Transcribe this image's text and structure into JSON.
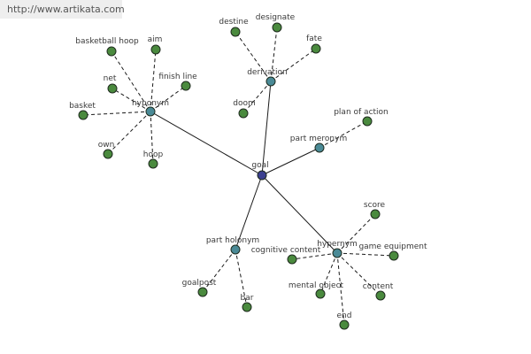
{
  "source_url": "http://www.artikata.com",
  "colors": {
    "background": "#ffffff",
    "banner": "#eeeeee",
    "center_node": "#3b3f8f",
    "relation_node": "#4a8a96",
    "leaf_node": "#4a8a3e",
    "node_stroke": "#1e2a1e",
    "edge": "#1a1a1a"
  },
  "graph": {
    "center": {
      "id": "goal",
      "label": "goal"
    },
    "relations": [
      {
        "id": "hyponym",
        "label": "hyponym"
      },
      {
        "id": "derivation",
        "label": "derivation"
      },
      {
        "id": "part-meronym",
        "label": "part meronym"
      },
      {
        "id": "part-holonym",
        "label": "part holonym"
      },
      {
        "id": "hypernym",
        "label": "hypernym"
      }
    ],
    "leaves": [
      {
        "id": "basketball-hoop",
        "label": "basketball hoop",
        "relation": "hyponym"
      },
      {
        "id": "aim",
        "label": "aim",
        "relation": "hyponym"
      },
      {
        "id": "net",
        "label": "net",
        "relation": "hyponym"
      },
      {
        "id": "finish-line",
        "label": "finish line",
        "relation": "hyponym"
      },
      {
        "id": "basket",
        "label": "basket",
        "relation": "hyponym"
      },
      {
        "id": "own",
        "label": "own",
        "relation": "hyponym"
      },
      {
        "id": "hoop",
        "label": "hoop",
        "relation": "hyponym"
      },
      {
        "id": "destine",
        "label": "destine",
        "relation": "derivation"
      },
      {
        "id": "designate",
        "label": "designate",
        "relation": "derivation"
      },
      {
        "id": "fate",
        "label": "fate",
        "relation": "derivation"
      },
      {
        "id": "doom",
        "label": "doom",
        "relation": "derivation"
      },
      {
        "id": "plan-of-action",
        "label": "plan of action",
        "relation": "part-meronym"
      },
      {
        "id": "goalpost",
        "label": "goalpost",
        "relation": "part-holonym"
      },
      {
        "id": "bar",
        "label": "bar",
        "relation": "part-holonym"
      },
      {
        "id": "score",
        "label": "score",
        "relation": "hypernym"
      },
      {
        "id": "game-equipment",
        "label": "game equipment",
        "relation": "hypernym"
      },
      {
        "id": "cognitive-content",
        "label": "cognitive content",
        "relation": "hypernym"
      },
      {
        "id": "mental-object",
        "label": "mental object",
        "relation": "hypernym"
      },
      {
        "id": "content",
        "label": "content",
        "relation": "hypernym"
      },
      {
        "id": "end",
        "label": "end",
        "relation": "hypernym"
      }
    ]
  }
}
